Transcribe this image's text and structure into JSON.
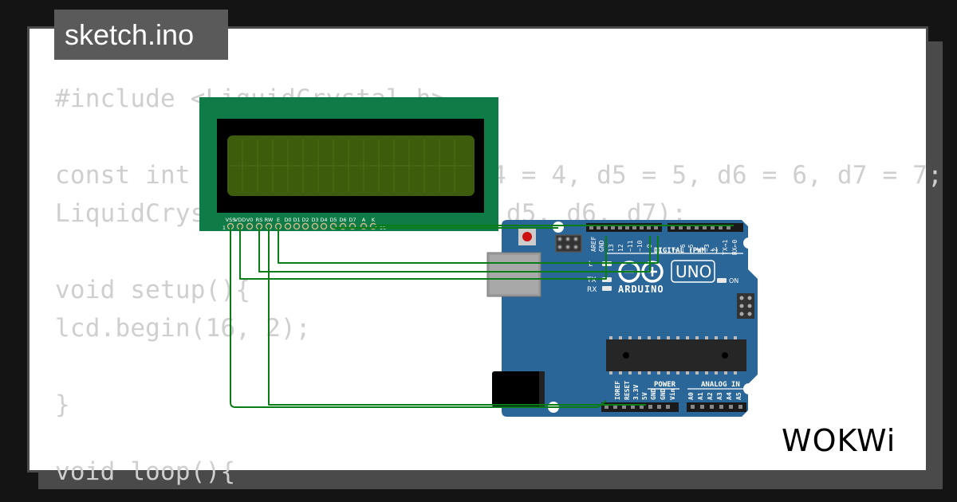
{
  "file_tab": {
    "name": "sketch.ino"
  },
  "code": [
    "#include <LiquidCrystal.h>",
    "",
    "const int rs = 12, en = 11, d4 = 4, d5 = 5, d6 = 6, d7 = 7;",
    "LiquidCrystal lcd(rs, en, d4, d5, d6, d7);",
    "",
    "void setup(){",
    "lcd.begin(16, 2);",
    "",
    "}",
    "",
    "void loop(){"
  ],
  "lcd": {
    "pin_labels": [
      "VSS",
      "VDD",
      "V0",
      "RS",
      "RW",
      "E",
      "D0",
      "D1",
      "D2",
      "D3",
      "D4",
      "D5",
      "D6",
      "D7",
      "A",
      "K"
    ],
    "pin_first": "1",
    "pin_last": "16",
    "colors": {
      "pcb": "#0f7b46",
      "bezel": "#000000",
      "screen": "#3d5c0c"
    }
  },
  "arduino": {
    "brand": "ARDUINO",
    "model": "UNO",
    "digital_label": "DIGITAL (PWM ~)",
    "aref_label": "AREF",
    "gnd_label": "GND",
    "digital_pins": [
      "13",
      "12",
      "~11",
      "~10",
      "~9",
      "8",
      "7",
      "~6",
      "~5",
      "4",
      "~3",
      "2",
      "TX→1",
      "RX←0"
    ],
    "led_labels": [
      "L",
      "TX",
      "RX"
    ],
    "on_label": "ON",
    "power_title": "POWER",
    "power_pins": [
      "IOREF",
      "RESET",
      "3.3V",
      "5V",
      "GND",
      "GND",
      "Vin"
    ],
    "analog_title": "ANALOG IN",
    "analog_pins": [
      "A0",
      "A1",
      "A2",
      "A3",
      "A4",
      "A5"
    ],
    "colors": {
      "board": "#2b6699",
      "header": "#1a1a1a",
      "wire": "#0a7d16"
    }
  },
  "branding": {
    "logo": "WOKWi"
  }
}
